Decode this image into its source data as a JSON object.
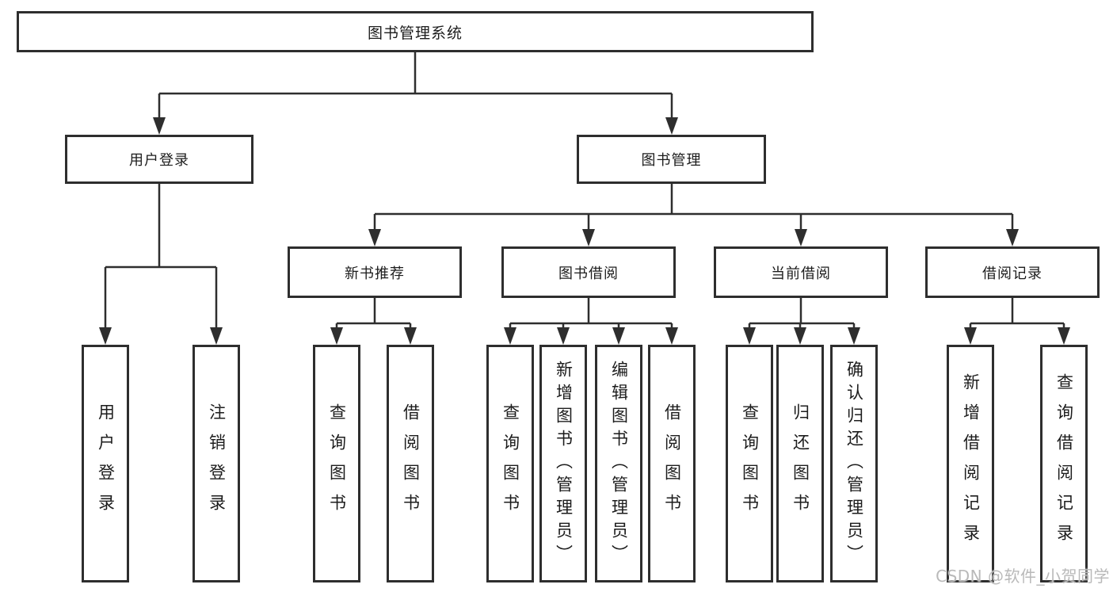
{
  "diagram": {
    "type": "hierarchy-tree",
    "root": {
      "id": "library-management-system",
      "label": "图书管理系统",
      "children": [
        {
          "id": "user-login",
          "label": "用户登录",
          "children": [
            {
              "id": "user-login-action",
              "label": "用户登录"
            },
            {
              "id": "logout-action",
              "label": "注销登录"
            }
          ]
        },
        {
          "id": "book-management",
          "label": "图书管理",
          "children": [
            {
              "id": "new-book-recommendation",
              "label": "新书推荐",
              "children": [
                {
                  "id": "query-books",
                  "label": "查询图书"
                },
                {
                  "id": "borrow-books",
                  "label": "借阅图书"
                }
              ]
            },
            {
              "id": "book-borrowing",
              "label": "图书借阅",
              "children": [
                {
                  "id": "query-books",
                  "label": "查询图书"
                },
                {
                  "id": "add-books-admin",
                  "label": "新增图书（管理员）"
                },
                {
                  "id": "edit-books-admin",
                  "label": "编辑图书（管理员）"
                },
                {
                  "id": "borrow-books",
                  "label": "借阅图书"
                }
              ]
            },
            {
              "id": "current-borrowing",
              "label": "当前借阅",
              "children": [
                {
                  "id": "query-books",
                  "label": "查询图书"
                },
                {
                  "id": "return-books",
                  "label": "归还图书"
                },
                {
                  "id": "confirm-return-admin",
                  "label": "确认归还（管理员）"
                }
              ]
            },
            {
              "id": "borrowing-records",
              "label": "借阅记录",
              "children": [
                {
                  "id": "add-borrow-record",
                  "label": "新增借阅记录"
                },
                {
                  "id": "query-borrow-record",
                  "label": "查询借阅记录"
                }
              ]
            }
          ]
        }
      ]
    }
  },
  "watermark": {
    "text": "CSDN @软件_小贺同学"
  },
  "colors": {
    "line": "#2e2e2e",
    "text": "#1c1c1c",
    "background": "#ffffff",
    "watermark": "#b9b9b9"
  }
}
